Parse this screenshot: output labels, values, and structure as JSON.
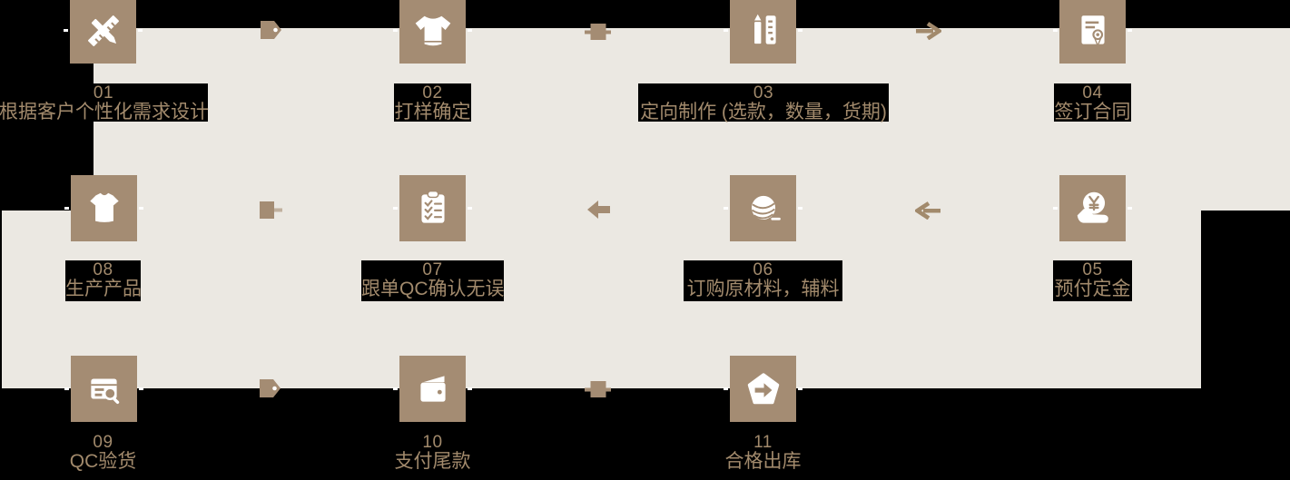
{
  "colors": {
    "background": "#000000",
    "band": "#ebe8e2",
    "tile": "#a48c73",
    "text": "#a28a6c",
    "arrow": "#a28a6c",
    "icon": "#ffffff"
  },
  "steps": [
    {
      "number": "01",
      "label": "根据客户个性化需求设计",
      "icon": "ruler-pen-cross-icon"
    },
    {
      "number": "02",
      "label": "打样确定",
      "icon": "sweater-icon"
    },
    {
      "number": "03",
      "label": "定向制作 (选款，数量，货期)",
      "icon": "pencil-ruler-icon"
    },
    {
      "number": "04",
      "label": "签订合同",
      "icon": "contract-certificate-icon"
    },
    {
      "number": "05",
      "label": "预付定金",
      "icon": "coin-hand-icon"
    },
    {
      "number": "06",
      "label": "订购原材料，辅料",
      "icon": "yarn-ball-icon"
    },
    {
      "number": "07",
      "label": "跟单QC确认无误",
      "icon": "checklist-clipboard-icon"
    },
    {
      "number": "08",
      "label": "生产产品",
      "icon": "tshirt-icon"
    },
    {
      "number": "09",
      "label": "QC验货",
      "icon": "inspection-machine-icon"
    },
    {
      "number": "10",
      "label": "支付尾款",
      "icon": "wallet-icon"
    },
    {
      "number": "11",
      "label": "合格出库",
      "icon": "outbound-box-icon"
    }
  ],
  "arrows": [
    {
      "from": "01",
      "to": "02",
      "style": "tag",
      "direction": "right"
    },
    {
      "from": "02",
      "to": "03",
      "style": "knob",
      "direction": "right"
    },
    {
      "from": "03",
      "to": "04",
      "style": "line",
      "direction": "right"
    },
    {
      "from": "05",
      "to": "06",
      "style": "line",
      "direction": "left"
    },
    {
      "from": "06",
      "to": "07",
      "style": "solid",
      "direction": "left"
    },
    {
      "from": "07",
      "to": "08",
      "style": "block",
      "direction": "left"
    },
    {
      "from": "09",
      "to": "10",
      "style": "tag",
      "direction": "right"
    },
    {
      "from": "10",
      "to": "11",
      "style": "knob",
      "direction": "right"
    }
  ]
}
